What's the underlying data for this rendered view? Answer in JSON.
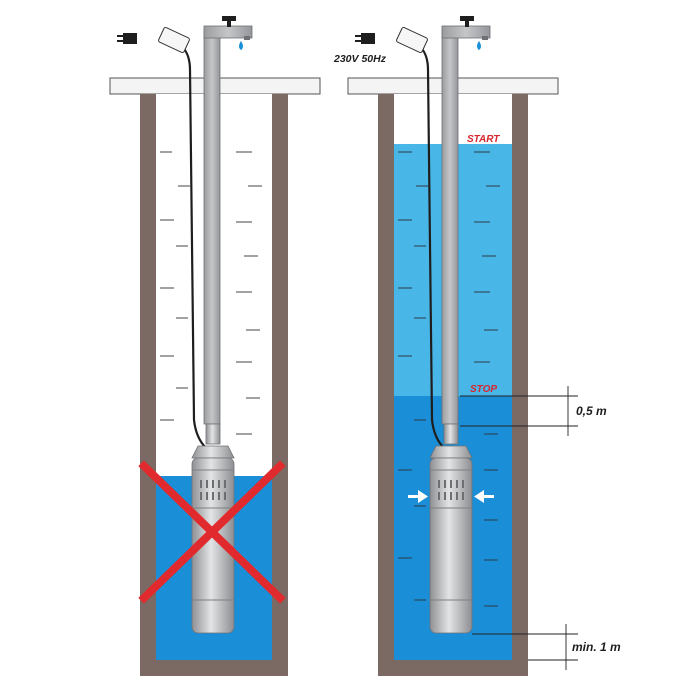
{
  "labels": {
    "voltage": "230V 50Hz",
    "start": "START",
    "stop": "STOP",
    "gap": "0,5 m",
    "min_depth": "min. 1 m"
  },
  "colors": {
    "well_wall": "#7a6a63",
    "water_upper": "#49b6e8",
    "water_lower": "#1a8fd8",
    "pipe": "#a7a9ab",
    "pump_body": "#b9bbbd",
    "cross": "#e02a2e",
    "marker_text": "#d7262c"
  }
}
